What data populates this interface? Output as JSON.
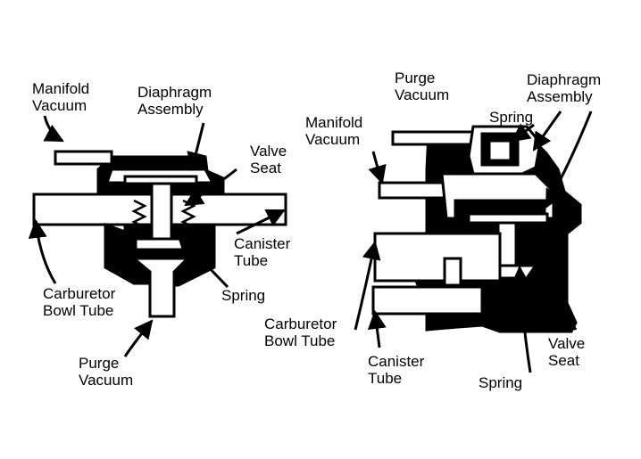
{
  "left_valve": {
    "manifold_vacuum": [
      "Manifold",
      "Vacuum"
    ],
    "diaphragm_assembly": [
      "Diaphragm",
      "Assembly"
    ],
    "valve_seat": [
      "Valve",
      "Seat"
    ],
    "canister_tube": [
      "Canister",
      "Tube"
    ],
    "carburetor_bowl_tube": [
      "Carburetor",
      "Bowl Tube"
    ],
    "spring": [
      "Spring"
    ],
    "purge_vacuum": [
      "Purge",
      "Vacuum"
    ]
  },
  "right_valve": {
    "purge_vacuum": [
      "Purge",
      "Vacuum"
    ],
    "diaphragm_assembly": [
      "Diaphragm",
      "Assembly"
    ],
    "spring_top": [
      "Spring"
    ],
    "manifold_vacuum": [
      "Manifold",
      "Vacuum"
    ],
    "carburetor_bowl_tube": [
      "Carburetor",
      "Bowl Tube"
    ],
    "canister_tube": [
      "Canister",
      "Tube"
    ],
    "spring_bottom": [
      "Spring"
    ],
    "valve_seat": [
      "Valve",
      "Seat"
    ]
  },
  "colors": {
    "ink": "#000000",
    "paper": "#ffffff"
  }
}
